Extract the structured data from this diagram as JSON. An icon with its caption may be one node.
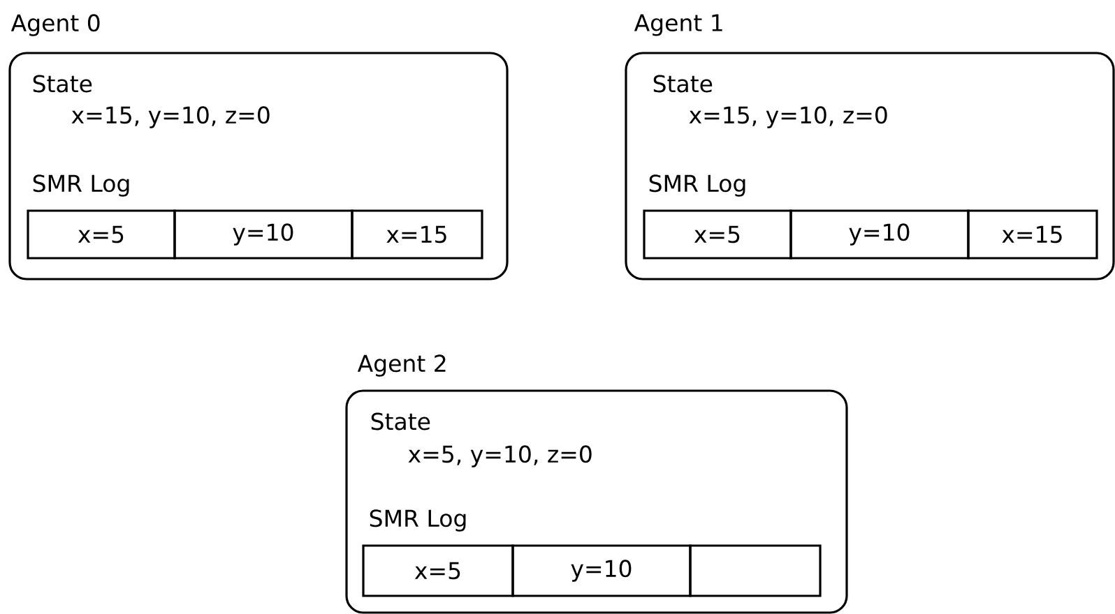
{
  "diagram": {
    "nodes": [
      {
        "text": [
          "Agent 0",
          "State",
          "x=15, y=10, z=0",
          "SMR Log"
        ]
      },
      {
        "text": [
          "x=5"
        ],
        "in": 0
      },
      {
        "text": [
          "y=10"
        ],
        "in": 0
      },
      {
        "text": [
          "x=15"
        ],
        "in": 0
      },
      {
        "text": [
          "Agent 1",
          "State",
          "x=15, y=10, z=0",
          "SMR Log"
        ]
      },
      {
        "text": [
          "x=5"
        ],
        "in": 4
      },
      {
        "text": [
          "y=10"
        ],
        "in": 4
      },
      {
        "text": [
          "x=15"
        ],
        "in": 4
      },
      {
        "text": [
          "Agent 2",
          "State",
          "x=5, y=10, z=0",
          "SMR Log"
        ]
      },
      {
        "text": [
          "x=5"
        ],
        "in": 8
      },
      {
        "text": [
          "y=10"
        ],
        "in": 8
      },
      {
        "text": [],
        "shape": "box",
        "in": 8
      }
    ]
  }
}
